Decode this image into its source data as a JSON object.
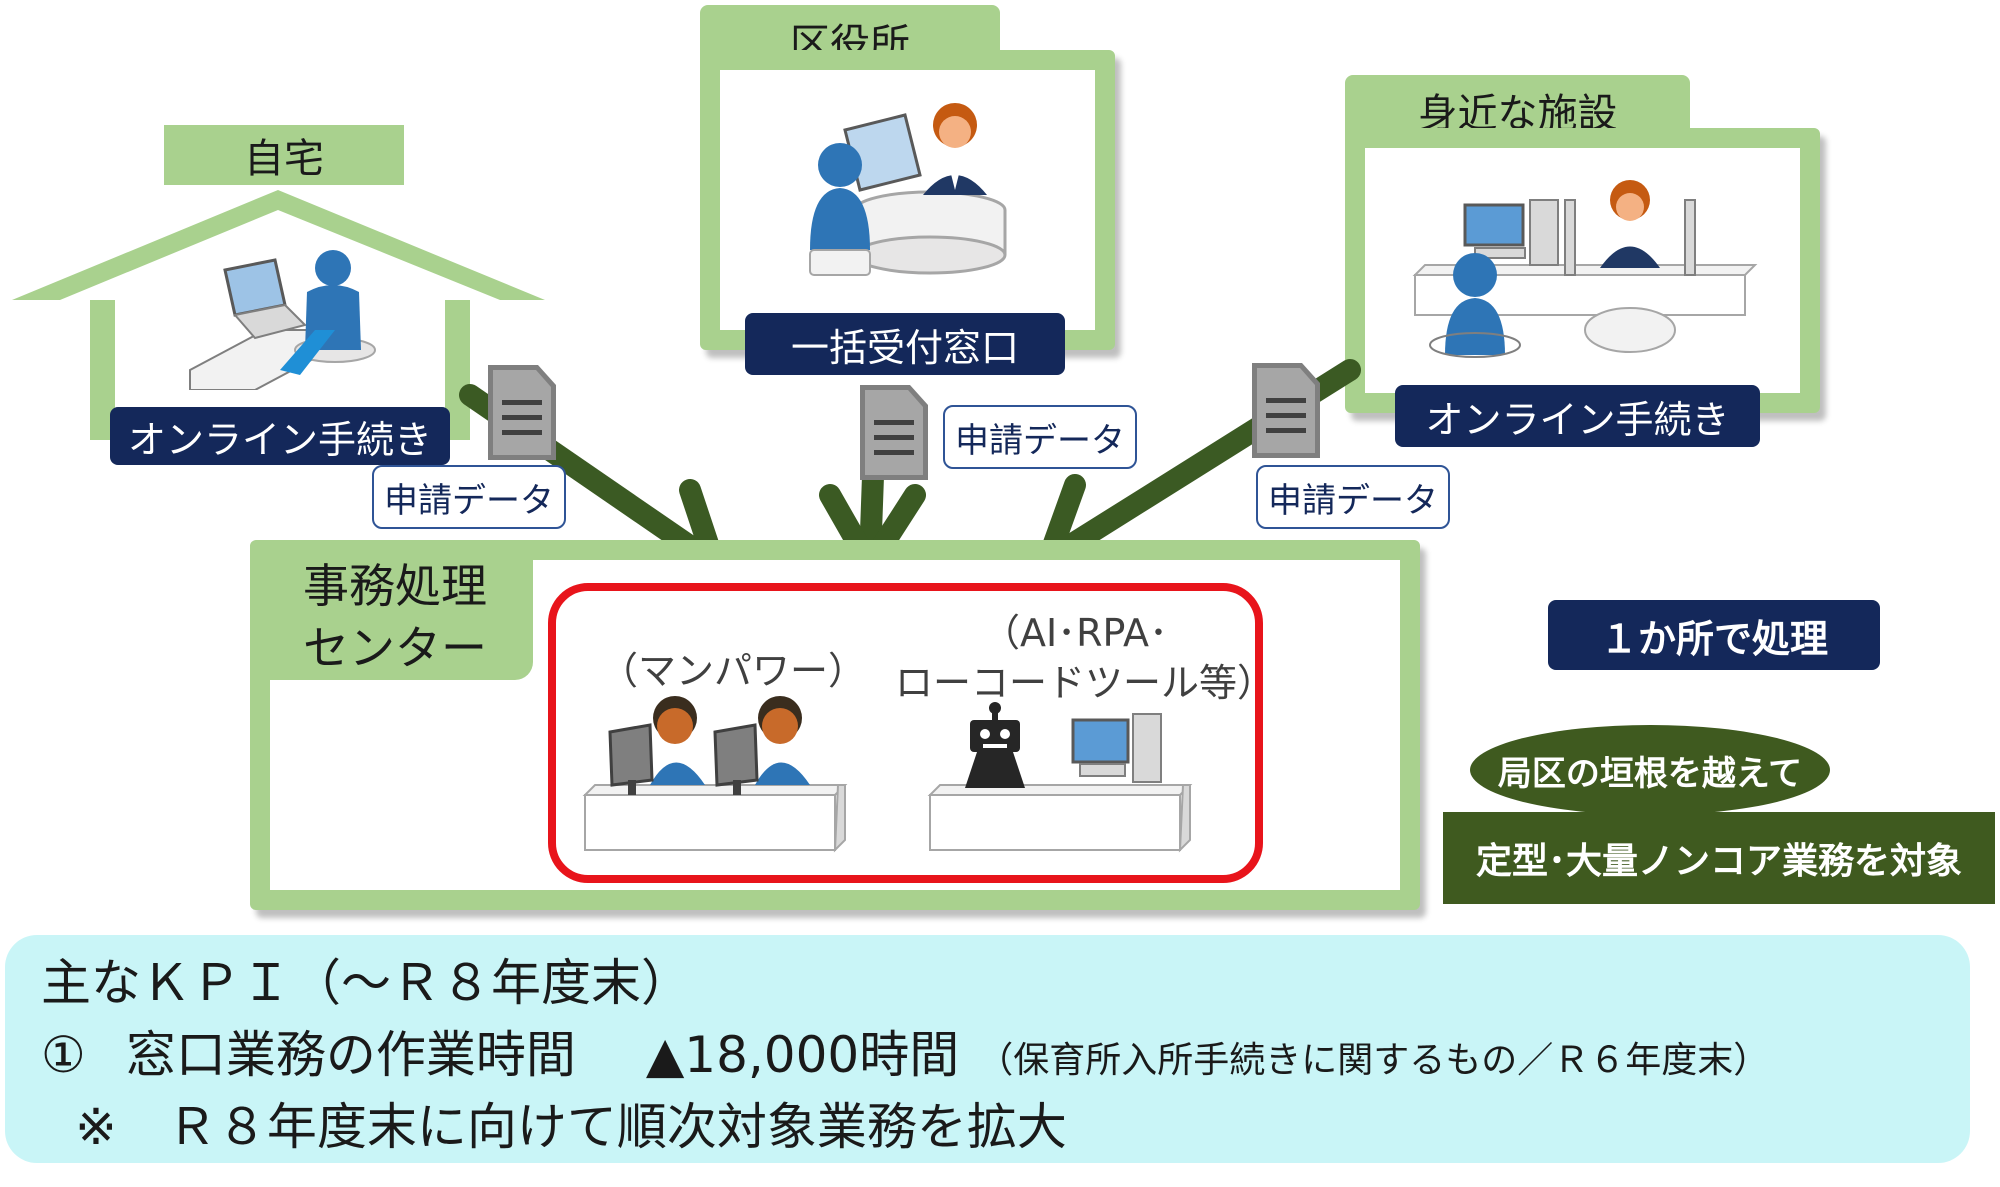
{
  "home": {
    "title": "自宅",
    "label": "オンライン手続き",
    "data_tag": "申請データ"
  },
  "ward_office": {
    "title": "区役所",
    "label": "一括受付窓口",
    "data_tag": "申請データ"
  },
  "nearby_facility": {
    "title": "身近な施設",
    "label": "オンライン手続き",
    "data_tag": "申請データ"
  },
  "center": {
    "title_line1": "事務処理",
    "title_line2": "センター",
    "manpower_label": "（マンパワー）",
    "ai_label_line1": "（AI･RPA･",
    "ai_label_line2": "ローコードツール等）"
  },
  "side": {
    "one_place": "１か所で処理",
    "cross_bureau": "局区の垣根を越えて",
    "target": "定型･大量ノンコア業務を対象"
  },
  "kpi": {
    "title": "主なＫＰＩ（～Ｒ８年度末）",
    "item1_number": "①",
    "item1_label": "窓口業務の作業時間",
    "item1_value": "▲18,000時間",
    "item1_note": "（保育所入所手続きに関するもの／Ｒ６年度末）",
    "note": "※　Ｒ８年度末に向けて順次対象業務を拡大"
  },
  "colors": {
    "green": "#a9d18e",
    "navy": "#14285a",
    "dark_green": "#3f5a1f",
    "arrow": "#3b5a23",
    "red": "#e8141b",
    "kpi_bg": "#c9f5f7"
  }
}
